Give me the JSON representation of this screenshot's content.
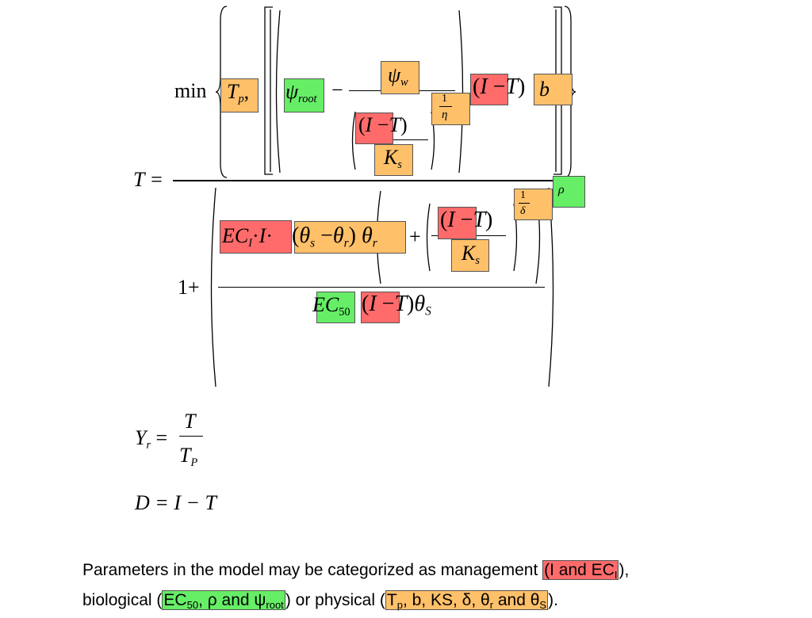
{
  "formula": {
    "lhs": "T =",
    "min": "min",
    "tp_base": "T",
    "tp_sub": "p",
    "comma": ",",
    "psi_root_base": "ψ",
    "psi_root_sub": "root",
    "minus": "−",
    "psi_w_base": "ψ",
    "psi_w_sub": "w",
    "lp": "(",
    "rp": ")",
    "I": "I",
    "T": "T",
    "ks_base": "K",
    "ks_sub": "s",
    "one": "1",
    "eta": "η",
    "delta": "δ",
    "b": "b",
    "rho": "ρ",
    "one_plus": "1+",
    "ec_i_base": "EC",
    "ec_i_sub": "I",
    "dot": "·",
    "theta": "θ",
    "s": "s",
    "r": "r",
    "S": "S",
    "plus": "+",
    "ec50_base": "EC",
    "ec50_sub": "50"
  },
  "yr": {
    "Y": "Y",
    "r": "r",
    "eq": "=",
    "T": "T",
    "P": "P"
  },
  "d_eq": "D = I − T",
  "caption": {
    "line1_pre": "Parameters in the model may be categorized as management ",
    "open": "(",
    "mgmt_main": "I and EC",
    "mgmt_sub": "I",
    "line1_post": "),",
    "line2_pre": "biological ",
    "bio_ec": "EC",
    "bio_ec_sub": "50",
    "bio_mid": ", ρ and ψ",
    "bio_sub": "root",
    "bio_close": ")",
    "physical_pre": " or physical ",
    "phys_t": "T",
    "phys_t_sub": "p",
    "phys_mid": ", b, KS, δ, θ",
    "phys_r": "r",
    "phys_and": " and θ",
    "phys_s": "S",
    "phys_close": ")."
  }
}
